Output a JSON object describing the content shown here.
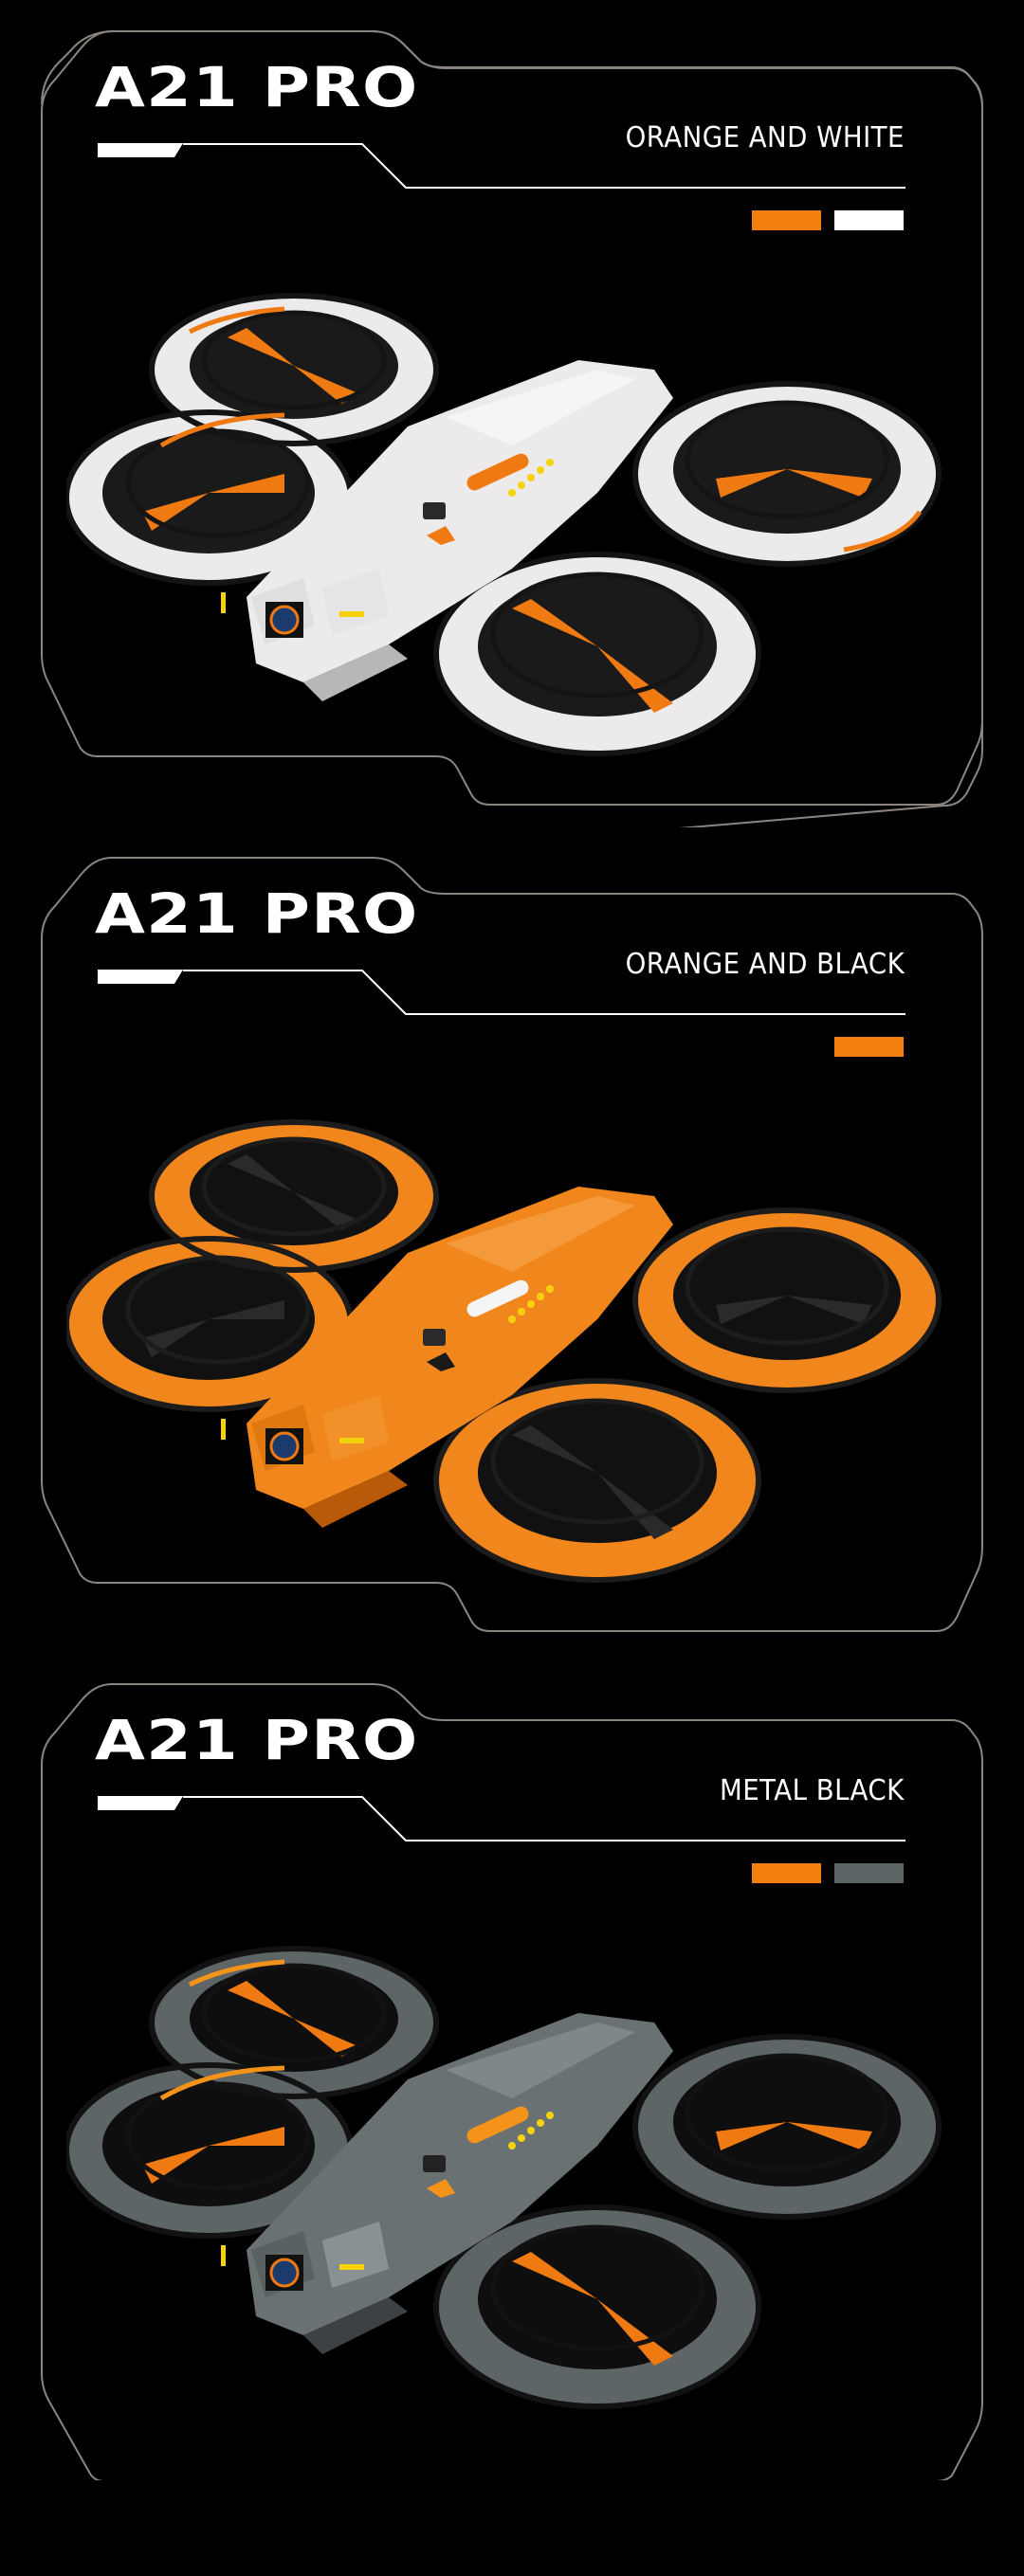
{
  "page": {
    "background": "#000000",
    "frame_color": "#8a8580",
    "accent_white": "#ffffff"
  },
  "variants": [
    {
      "title": "A21 PRO",
      "color_name": "ORANGE AND WHITE",
      "swatches": [
        {
          "name": "orange",
          "hex": "#f3800e"
        },
        {
          "name": "white",
          "hex": "#ffffff"
        }
      ],
      "drone": {
        "body": "#eceaea",
        "body_shade": "#b9b7b6",
        "accent": "#f07a12",
        "props": "#f07a12",
        "guard": "#141414"
      }
    },
    {
      "title": "A21 PRO",
      "color_name": "ORANGE AND BLACK",
      "swatches": [
        {
          "name": "orange",
          "hex": "#f3800e"
        }
      ],
      "drone": {
        "body": "#f0861c",
        "body_shade": "#b85a08",
        "accent": "#1a1a1a",
        "props": "#2a2a2a",
        "guard": "#1c1c1c"
      }
    },
    {
      "title": "A21 PRO",
      "color_name": "METAL BLACK",
      "swatches": [
        {
          "name": "orange",
          "hex": "#f3800e"
        },
        {
          "name": "metal-gray",
          "hex": "#5c6566"
        }
      ],
      "drone": {
        "body": "#6a7173",
        "body_shade": "#3c4244",
        "accent": "#f3931a",
        "props": "#f07a12",
        "guard": "#121212"
      }
    }
  ]
}
